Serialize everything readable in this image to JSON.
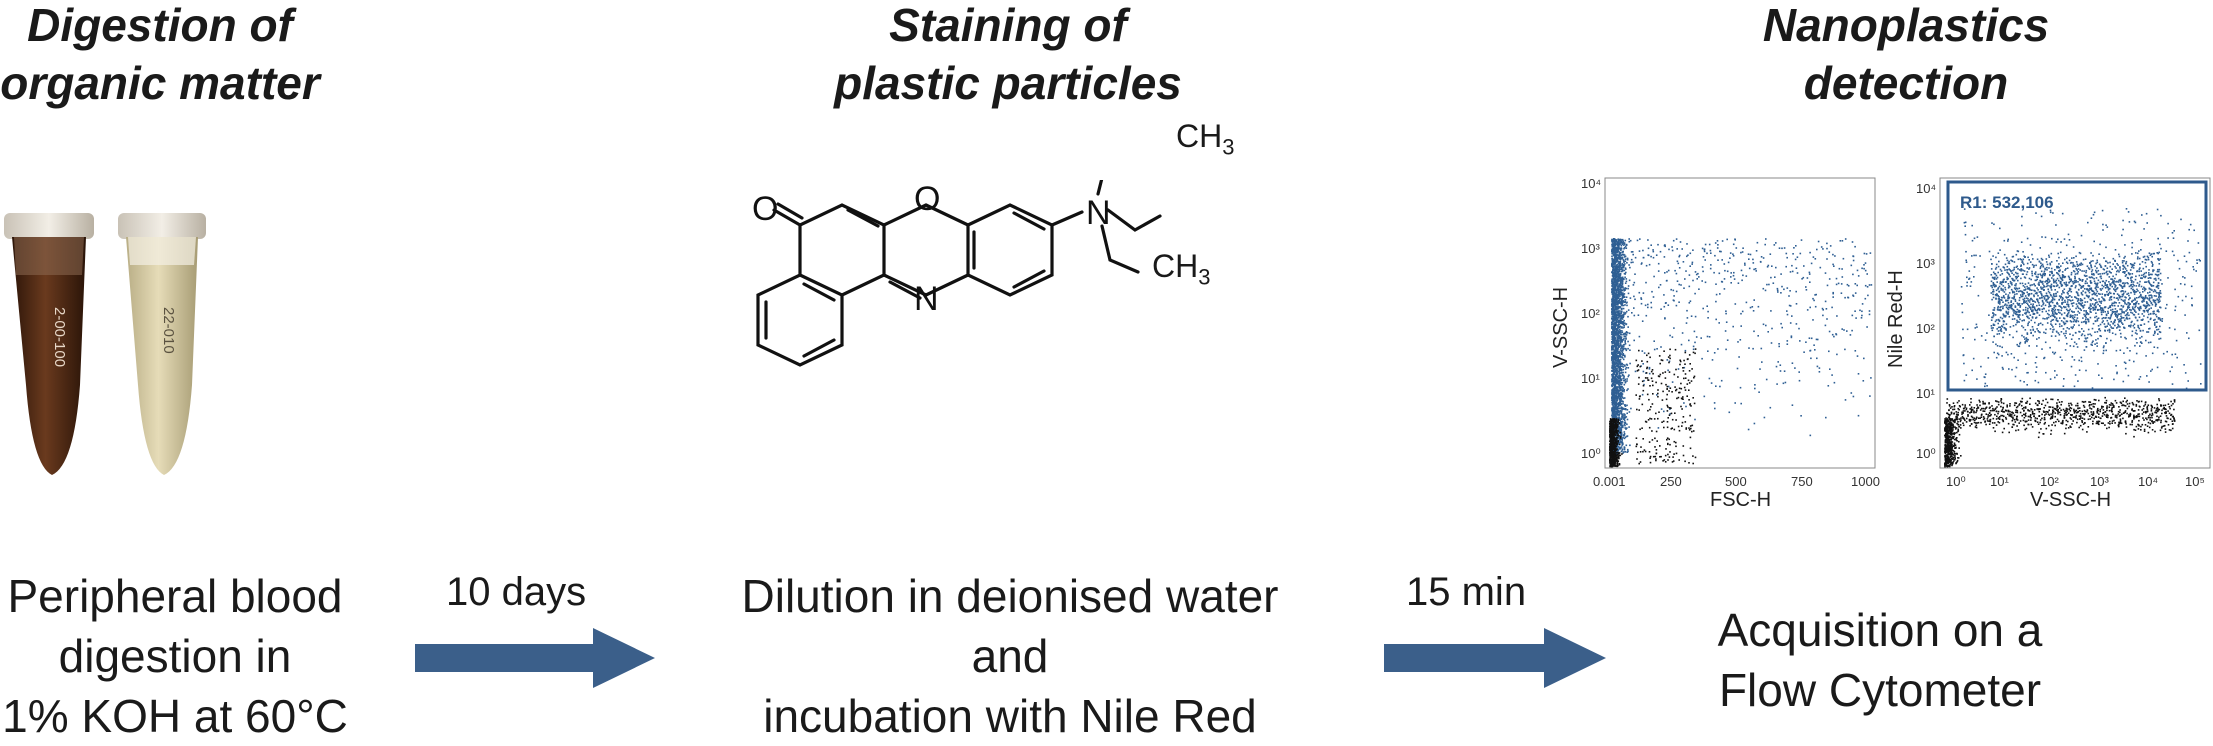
{
  "steps": [
    {
      "title_lines": [
        "Digestion of",
        "organic matter"
      ],
      "description_lines": [
        "Peripheral blood",
        "digestion in",
        "1% KOH at 60°C"
      ],
      "tube_labels": [
        "2-00-100",
        "22-010"
      ]
    },
    {
      "title_lines": [
        "Staining of",
        "plastic particles"
      ],
      "description_lines": [
        "Dilution in deionised water",
        "and",
        "incubation with Nile Red"
      ],
      "molecule_labels": {
        "oxo": "O",
        "ring_o": "O",
        "ring_n": "N",
        "amine_n": "N",
        "methyl_top": "CH",
        "methyl_bottom": "CH",
        "subscript": "3"
      }
    },
    {
      "title_lines": [
        "Nanoplastics",
        "detection"
      ],
      "description_lines": [
        "Acquisition on a",
        "Flow Cytometer"
      ]
    }
  ],
  "arrows": [
    {
      "label": "10 days"
    },
    {
      "label": "15 min"
    }
  ],
  "plot1": {
    "xlabel": "FSC-H",
    "ylabel": "V-SSC-H",
    "x_ticks": [
      "0.001",
      "250",
      "500",
      "750",
      "1000"
    ],
    "y_ticks": [
      "10⁰",
      "10¹",
      "10²",
      "10³",
      "10⁴"
    ]
  },
  "plot2": {
    "xlabel": "V-SSC-H",
    "ylabel": "Nile Red-H",
    "gate_label": "R1: 532,106",
    "x_ticks": [
      "10⁰",
      "10¹",
      "10²",
      "10³",
      "10⁴",
      "10⁵"
    ],
    "y_ticks": [
      "10⁰",
      "10¹",
      "10²",
      "10³",
      "10⁴"
    ]
  },
  "colors": {
    "arrow_fill": "#3b5f8a",
    "dot_blue": "#2f5f93",
    "dot_black": "#111111",
    "gate_stroke": "#2e5a8c",
    "tube_dark": "#4a2614",
    "tube_light": "#d9cfa8"
  }
}
